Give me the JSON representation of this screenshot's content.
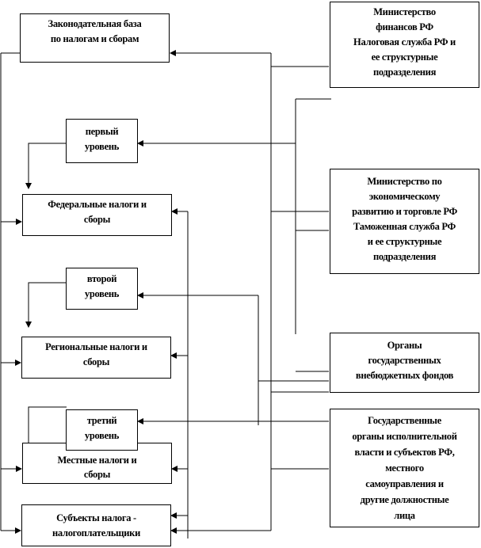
{
  "boxes": {
    "legislative_base": "Законодательная база\nпо налогам и сборам",
    "ministry_finance": "Министерство\nфинансов РФ\nНалоговая служба РФ и\nее структурные\nподразделения",
    "level_first": "первый\nуровень",
    "federal_taxes": "Федеральные налоги и\nсборы",
    "ministry_economy": "Министерство по\nэкономическому\nразвитию и торговле РФ\nТаможенная служба РФ\nи ее структурные\nподразделения",
    "level_second": "второй\nуровень",
    "regional_taxes": "Региональные налоги и\nсборы",
    "offbudget_funds": "Органы\nгосударственных\nвнебюджетных фондов",
    "level_third": "третий\nуровень",
    "local_taxes": "Местные налоги и\nсборы",
    "executive_bodies": "Государственные\nорганы исполнительной\nвласти и субъектов РФ,\nместного\nсамоуправления и\nдругие должностные\nлица",
    "taxpayers": "Субъекты налога -\nналогоплательщики"
  }
}
